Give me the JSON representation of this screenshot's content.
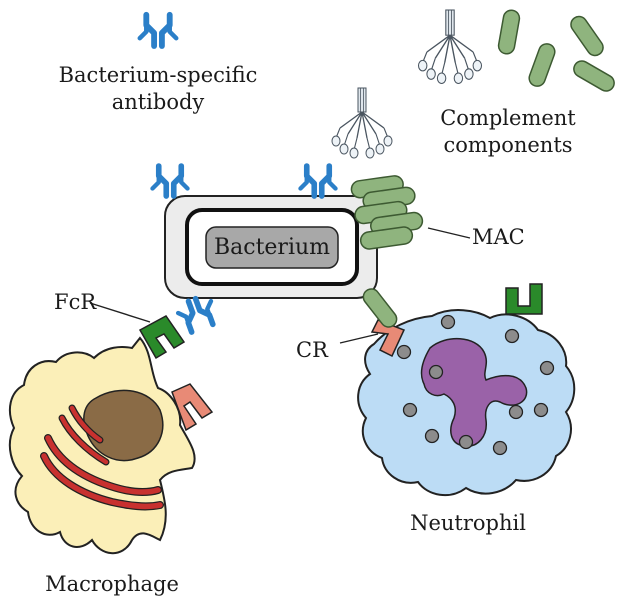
{
  "labels": {
    "antibody_line1": "Bacterium-specific",
    "antibody_line2": "antibody",
    "complement_line1": "Complement",
    "complement_line2": "components",
    "bacterium": "Bacterium",
    "mac": "MAC",
    "fcr": "FcR",
    "cr": "CR",
    "neutrophil": "Neutrophil",
    "macrophage": "Macrophage"
  },
  "colors": {
    "antibody": "#2b7fc8",
    "complement_rod": "#8fb47e",
    "complement_rod_stroke": "#3d5a32",
    "bacterium_outer": "#ececec",
    "bacterium_inner": "#a8a8a8",
    "fc_receptor": "#2a8a2a",
    "complement_receptor": "#e88a76",
    "macrophage": "#fbefb8",
    "macrophage_nucleus": "#8a6b46",
    "macrophage_er": "#c8312f",
    "neutrophil": "#bcdcf5",
    "neutrophil_nucleus": "#9a62a8",
    "granule": "#8c8c8c"
  }
}
